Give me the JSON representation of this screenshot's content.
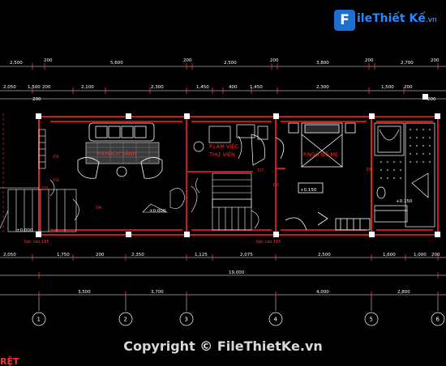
{
  "watermark": {
    "logo_letter": "F",
    "logo_text": "ileThiết Kế",
    "logo_suffix": ".vn",
    "copyright": "Copyright © FileThietKe.vn",
    "corner_label": "RỆT"
  },
  "colors": {
    "background": "#000000",
    "wall": "#ff2020",
    "furniture": "#ffffff",
    "dimension": "#ffffff",
    "dim_tick": "#ff3030",
    "logo_blue": "#1c6fd1"
  },
  "top_dims_row1": [
    "2,500",
    "200",
    "5,600",
    "200",
    "2,500",
    "200",
    "3,800",
    "200",
    "2,700",
    "200"
  ],
  "top_dims_row2": [
    "2,050",
    "1,500",
    "200",
    "2,100",
    "2,300",
    "1,450",
    "400",
    "1,450",
    "2,300",
    "1,500",
    "200",
    "200",
    "200"
  ],
  "bottom_dims_row1": [
    "2,050",
    "1,750",
    "200",
    "2,350",
    "1,125",
    "2,075",
    "2,500",
    "1,600",
    "1,000",
    "200"
  ],
  "total_dim": "19,000",
  "bottom_dims_row2": [
    "3,500",
    "3,700",
    "4,000",
    "2,800"
  ],
  "grid_axes": [
    "1",
    "2",
    "3",
    "4",
    "5",
    "6"
  ],
  "rooms": {
    "living": "P.KHÁCH SẢNH",
    "work": "P.LÀM VIỆC",
    "library": "THƯ VIỆN",
    "bedroom": "P.NGỦ BỐ MẸ"
  },
  "door_tags": [
    "D1",
    "D2",
    "D3",
    "D4",
    "D5",
    "D6",
    "D7"
  ],
  "level_labels": [
    "±0.000",
    "+0.150",
    "±0.000",
    "+0.150"
  ],
  "stair_labels": [
    "bậc cao 165",
    "bậc cao 165"
  ]
}
